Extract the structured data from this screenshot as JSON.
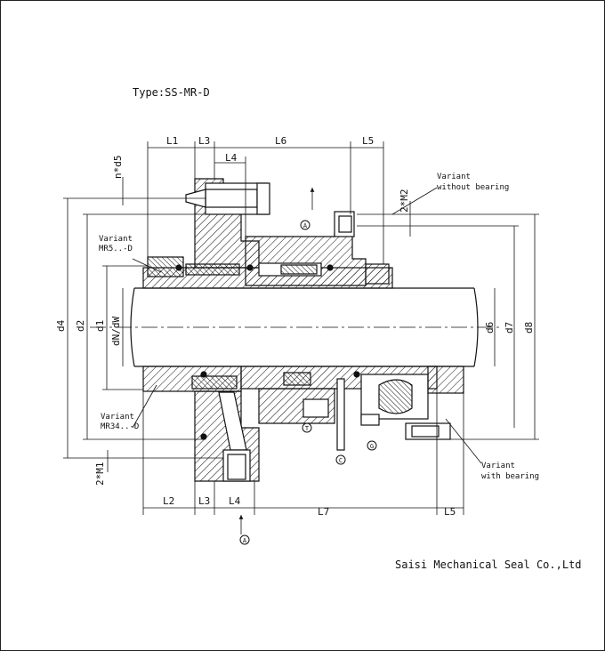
{
  "title": "Type:SS-MR-D",
  "footer": "Saisi Mechanical Seal Co.,Ltd",
  "notes": {
    "variant_mr5": [
      "Variant",
      "MR5..-D"
    ],
    "variant_mr34": [
      "Variant",
      "MR34..-D"
    ],
    "variant_no_bearing": [
      "Variant",
      "without bearing"
    ],
    "variant_bearing": [
      "Variant",
      "with bearing"
    ]
  },
  "dimensions": {
    "top": [
      "L1",
      "L3",
      "L6",
      "L5",
      "L4"
    ],
    "bottom": [
      "L2",
      "L3",
      "L4",
      "L7",
      "L5"
    ],
    "left": [
      "d4",
      "d2",
      "d1",
      "dN/dW",
      "n*d5",
      "2*M1"
    ],
    "right": [
      "d6",
      "d7",
      "d8",
      "2*M2"
    ]
  },
  "markers": [
    "A",
    "A",
    "T",
    "C",
    "G"
  ]
}
